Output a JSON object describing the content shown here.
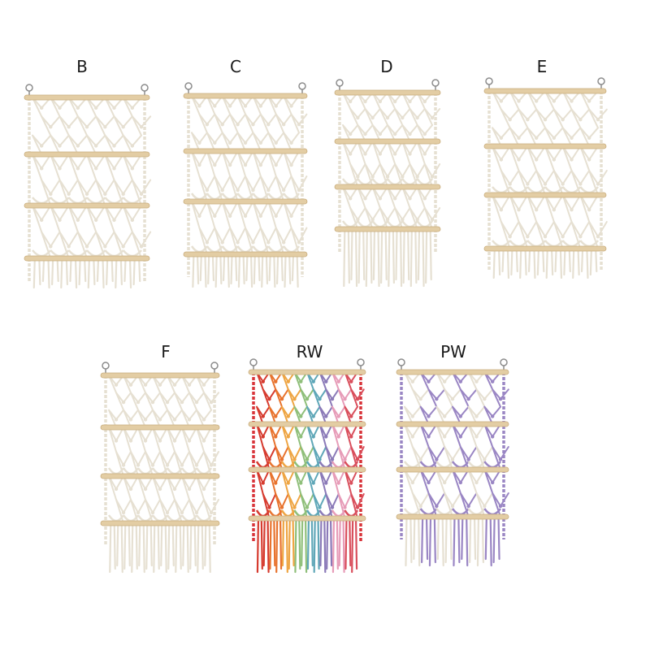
{
  "products": [
    {
      "id": "B",
      "label": "B",
      "palette": [
        "#e6e0d2"
      ],
      "side_cord": "#e6e0d2",
      "fringe": "long"
    },
    {
      "id": "C",
      "label": "C",
      "palette": [
        "#e6e0d2"
      ],
      "side_cord": "#e6e0d2",
      "fringe": "tassel"
    },
    {
      "id": "D",
      "label": "D",
      "palette": [
        "#e6e0d2"
      ],
      "side_cord": "#e6e0d2",
      "fringe": "long"
    },
    {
      "id": "E",
      "label": "E",
      "palette": [
        "#e6e0d2"
      ],
      "side_cord": "#e6e0d2",
      "fringe": "short"
    },
    {
      "id": "F",
      "label": "F",
      "palette": [
        "#e6e0d2"
      ],
      "side_cord": "#e6e0d2",
      "fringe": "long"
    },
    {
      "id": "RW",
      "label": "RW",
      "palette": [
        "#d63b2f",
        "#e8732e",
        "#eea543",
        "#8fbf7a",
        "#5fa7b8",
        "#8b7ab8",
        "#e79cb8",
        "#d94f5c"
      ],
      "side_cord": "#d8343a",
      "fringe": "long"
    },
    {
      "id": "PW",
      "label": "PW",
      "palette": [
        "#e6e0d2",
        "#9a86c4"
      ],
      "side_cord": "#9a86c4",
      "fringe": "long"
    }
  ]
}
